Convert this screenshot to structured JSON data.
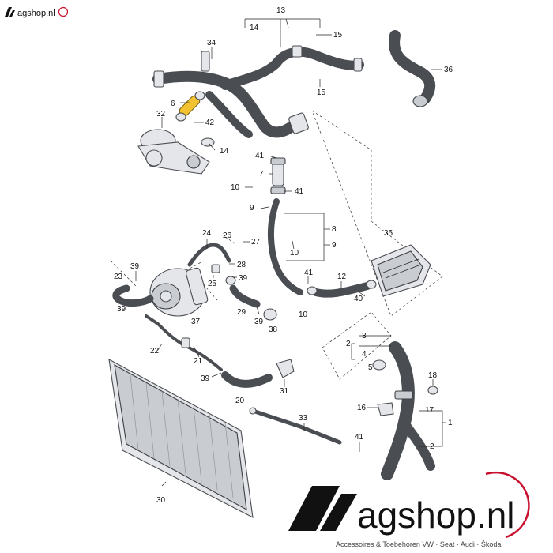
{
  "brand": {
    "small_logo": "agshop.nl",
    "logo": "agshop.nl",
    "tagline": "Accessoires & Toebehoren VW · Seat · Audi · Škoda",
    "accent": "#c8102e"
  },
  "diagram": {
    "highlight_color": "#f2c230",
    "callouts": [
      "1",
      "2",
      "3",
      "4",
      "5",
      "6",
      "7",
      "8",
      "9",
      "10",
      "12",
      "13",
      "14",
      "15",
      "16",
      "17",
      "18",
      "20",
      "21",
      "22",
      "23",
      "24",
      "25",
      "26",
      "27",
      "28",
      "29",
      "30",
      "31",
      "32",
      "33",
      "34",
      "35",
      "36",
      "37",
      "38",
      "39",
      "40",
      "41",
      "42"
    ],
    "labels": {
      "c13": "13",
      "c14a": "14",
      "c15a": "15",
      "c15b": "15",
      "c34": "34",
      "c36": "36",
      "c6": "6",
      "c42": "42",
      "c32": "32",
      "c14b": "14",
      "c41a": "41",
      "c7": "7",
      "c10a": "10",
      "c41b": "41",
      "c9a": "9",
      "c8": "8",
      "c9b": "9",
      "c10b": "10",
      "c24": "24",
      "c26": "26",
      "c27": "27",
      "c28": "28",
      "c25": "25",
      "c39a": "39",
      "c23": "23",
      "c39b": "39",
      "c39c": "39",
      "c37": "37",
      "c29": "29",
      "c39d": "39",
      "c38": "38",
      "c10c": "10",
      "c41c": "41",
      "c12": "12",
      "c40": "40",
      "c35": "35",
      "c2a": "2",
      "c3": "3",
      "c4": "4",
      "c5": "5",
      "c22": "22",
      "c21": "21",
      "c39e": "39",
      "c20": "20",
      "c31": "31",
      "c18": "18",
      "c16": "16",
      "c17": "17",
      "c1": "1",
      "c33": "33",
      "c41d": "41",
      "c2b": "2",
      "c30": "30"
    }
  }
}
